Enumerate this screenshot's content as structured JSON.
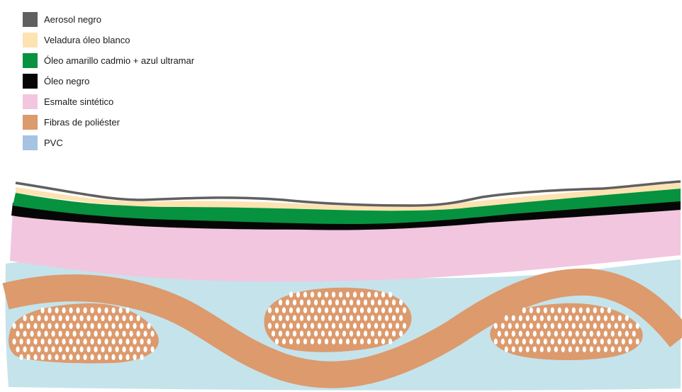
{
  "legend": {
    "items": [
      {
        "label": "Aerosol negro",
        "color": "#606060"
      },
      {
        "label": "Veladura óleo blanco",
        "color": "#fde3b1"
      },
      {
        "label": "Óleo amarillo cadmio + azul ultramar",
        "color": "#06923f"
      },
      {
        "label": "Óleo negro",
        "color": "#060606"
      },
      {
        "label": "Esmalte sintético",
        "color": "#f2c6de"
      },
      {
        "label": "Fibras de poliéster",
        "color": "#dc9a6d"
      },
      {
        "label": "PVC",
        "color": "#a6c3e3"
      }
    ]
  },
  "diagram": {
    "pvc_fill_color": "#c5e3eb",
    "fiber_dot_color": "#ffffff"
  }
}
